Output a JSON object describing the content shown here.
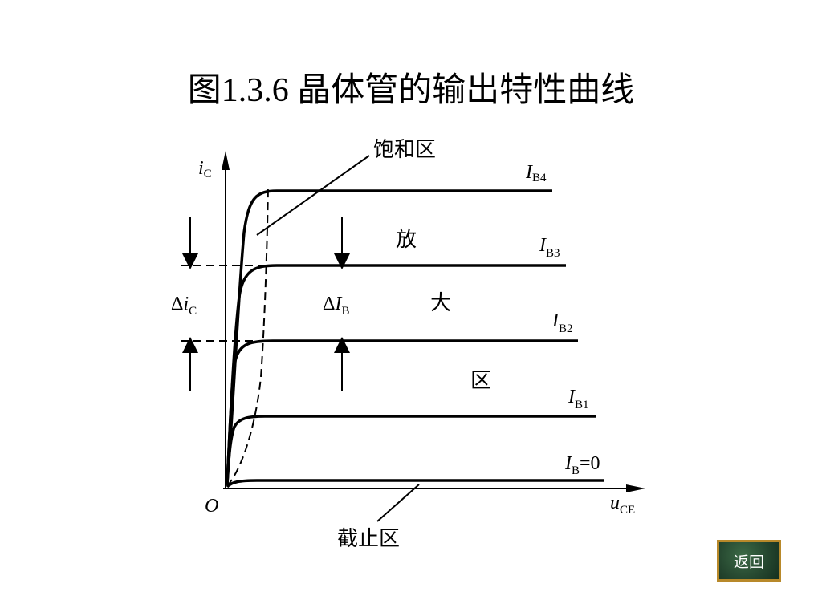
{
  "title": "图1.3.6 晶体管的输出特性曲线",
  "diagram": {
    "y_axis": {
      "var": "i",
      "sub": "C"
    },
    "x_axis": {
      "var": "u",
      "sub": "CE"
    },
    "origin": "O",
    "regions": {
      "saturation": "饱和区",
      "amplify_1": "放",
      "amplify_2": "大",
      "amplify_3": "区",
      "cutoff": "截止区"
    },
    "curves": [
      {
        "var": "I",
        "sub": "B4",
        "suffix": ""
      },
      {
        "var": "I",
        "sub": "B3",
        "suffix": ""
      },
      {
        "var": "I",
        "sub": "B2",
        "suffix": ""
      },
      {
        "var": "I",
        "sub": "B1",
        "suffix": ""
      },
      {
        "var": "I",
        "sub": "B",
        "suffix": "=0"
      }
    ],
    "delta_ic": {
      "delta": "Δ",
      "var": "i",
      "sub": "C"
    },
    "delta_ib": {
      "delta": "Δ",
      "var": "I",
      "sub": "B"
    }
  },
  "back_button": {
    "label": "返回"
  },
  "colors": {
    "button_bg": "#24452e",
    "button_border": "#b8892a"
  }
}
